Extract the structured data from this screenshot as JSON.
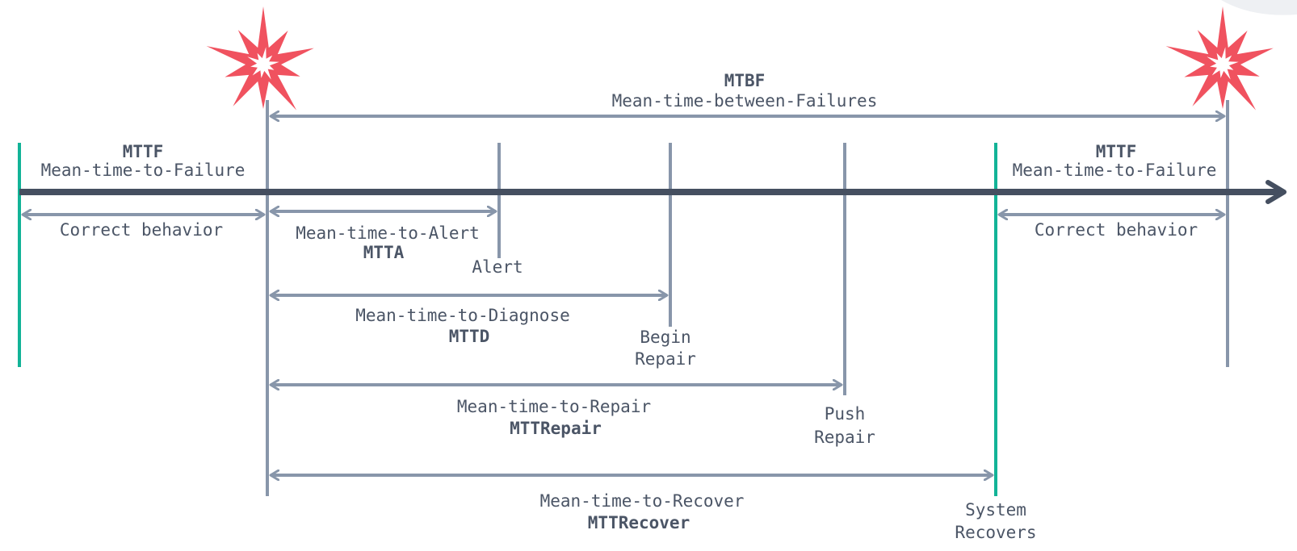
{
  "colors": {
    "timeline": "#454f60",
    "marker": "#8896aa",
    "recover_marker": "#12b397",
    "burst": "#f0525f",
    "text": "#4b5566"
  },
  "mtbf": {
    "abbr": "MTBF",
    "name": "Mean-time-between-Failures"
  },
  "mttf_left": {
    "abbr": "MTTF",
    "name": "Mean-time-to-Failure",
    "span_label": "Correct behavior"
  },
  "mttf_right": {
    "abbr": "MTTF",
    "name": "Mean-time-to-Failure",
    "span_label": "Correct behavior"
  },
  "mtta": {
    "name": "Mean-time-to-Alert",
    "abbr": "MTTA",
    "event": "Alert"
  },
  "mttd": {
    "name": "Mean-time-to-Diagnose",
    "abbr": "MTTD",
    "event_line1": "Begin",
    "event_line2": "Repair"
  },
  "mttrepair": {
    "name": "Mean-time-to-Repair",
    "abbr": "MTTRepair",
    "event_line1": "Push",
    "event_line2": "Repair"
  },
  "mttrecover": {
    "name": "Mean-time-to-Recover",
    "abbr": "MTTRecover",
    "event_line1": "System",
    "event_line2": "Recovers"
  },
  "icons": [
    "failure-burst-icon",
    "failure-burst-icon"
  ]
}
